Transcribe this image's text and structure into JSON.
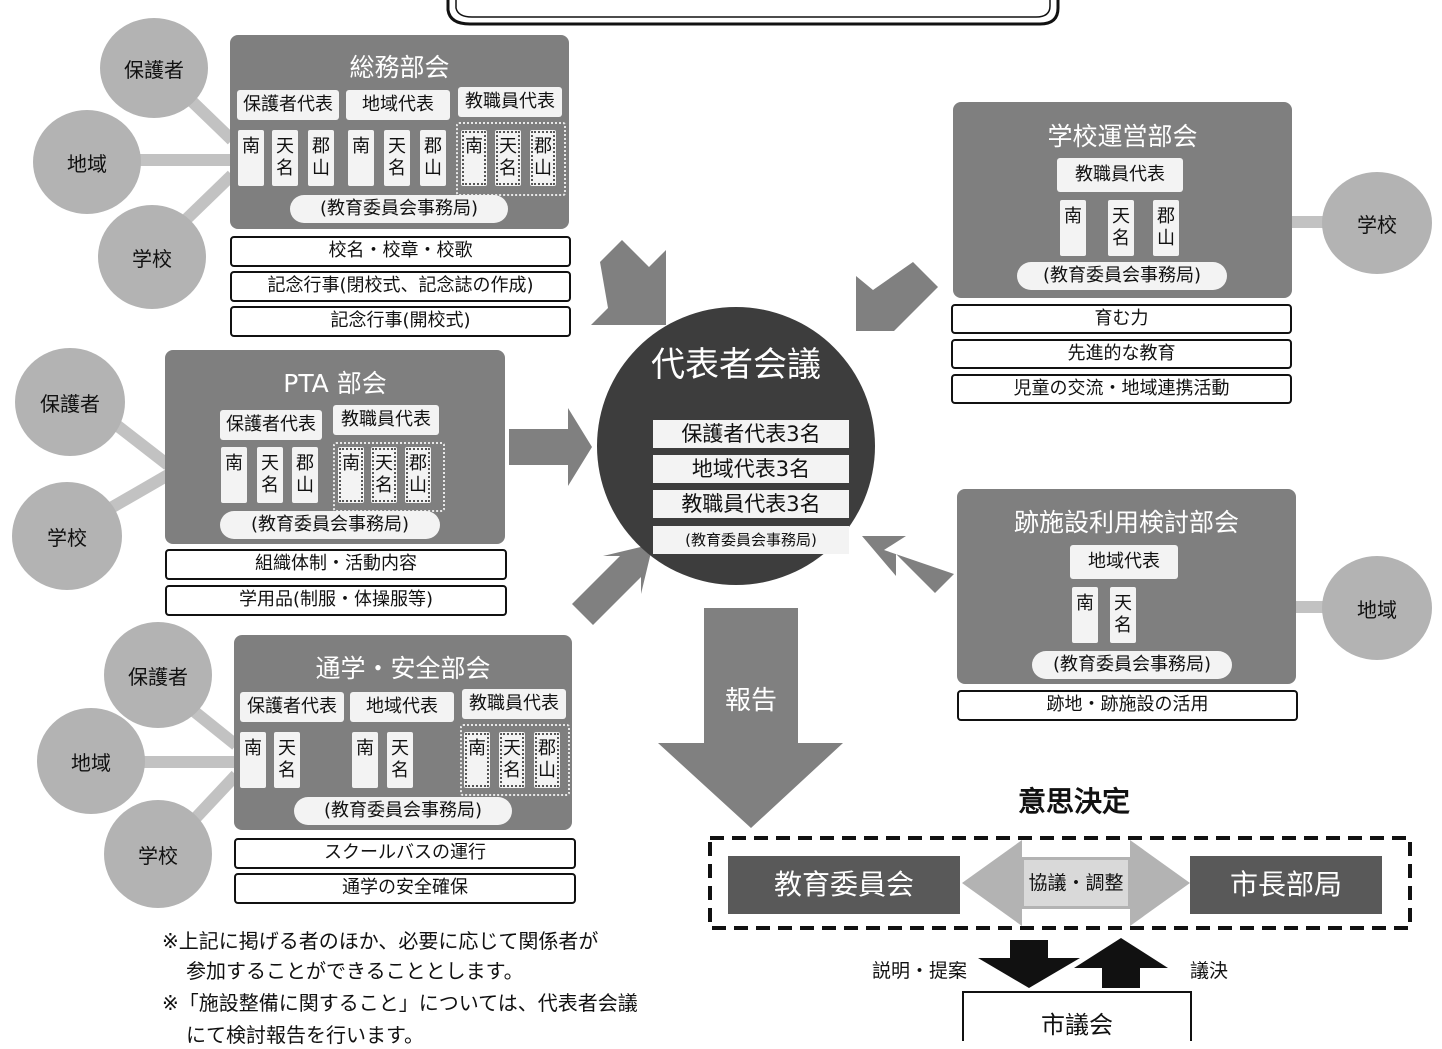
{
  "header": {
    "title_partial": "学校統合に関する協議の組織体制図"
  },
  "center": {
    "title": "代表者会議",
    "members": [
      "保護者代表3名",
      "地域代表3名",
      "教職員代表3名"
    ],
    "secretariat": "(教育委員会事務局)"
  },
  "committees": {
    "soumu": {
      "title": "総務部会",
      "groups": [
        "保護者代表",
        "地域代表",
        "教職員代表"
      ],
      "secretariat": "(教育委員会事務局)",
      "topics": [
        "校名・校章・校歌",
        "記念行事(閉校式、記念誌の作成)",
        "記念行事(開校式)"
      ],
      "circles": [
        "保護者",
        "地域",
        "学校"
      ]
    },
    "pta": {
      "title": "PTA 部会",
      "groups": [
        "保護者代表",
        "教職員代表"
      ],
      "secretariat": "(教育委員会事務局)",
      "topics": [
        "組織体制・活動内容",
        "学用品(制服・体操服等)"
      ],
      "circles": [
        "保護者",
        "学校"
      ]
    },
    "tsugaku": {
      "title": "通学・安全部会",
      "groups": [
        "保護者代表",
        "地域代表",
        "教職員代表"
      ],
      "secretariat": "(教育委員会事務局)",
      "topics": [
        "スクールバスの運行",
        "通学の安全確保"
      ],
      "circles": [
        "保護者",
        "地域",
        "学校"
      ]
    },
    "gakko": {
      "title": "学校運営部会",
      "groups": [
        "教職員代表"
      ],
      "secretariat": "(教育委員会事務局)",
      "topics": [
        "育む力",
        "先進的な教育",
        "児童の交流・地域連携活動"
      ],
      "circles": [
        "学校"
      ]
    },
    "atoshisetsu": {
      "title": "跡施設利用検討部会",
      "groups": [
        "地域代表"
      ],
      "secretariat": "(教育委員会事務局)",
      "topics": [
        "跡地・跡施設の活用"
      ],
      "circles": [
        "地域"
      ]
    }
  },
  "schools": {
    "a": "南",
    "b": "天名",
    "c": "郡山"
  },
  "report_label": "報告",
  "decision": {
    "heading": "意思決定",
    "left": "教育委員会",
    "middle": "協議・調整",
    "right": "市長部局",
    "down_label": "説明・提案",
    "up_label": "議決",
    "council": "市議会"
  },
  "notes": [
    "※上記に掲げる者のほか、必要に応じて関係者が",
    "参加することができることとします。",
    "※「施設整備に関すること」については、代表者会議",
    "にて検討報告を行います。"
  ]
}
